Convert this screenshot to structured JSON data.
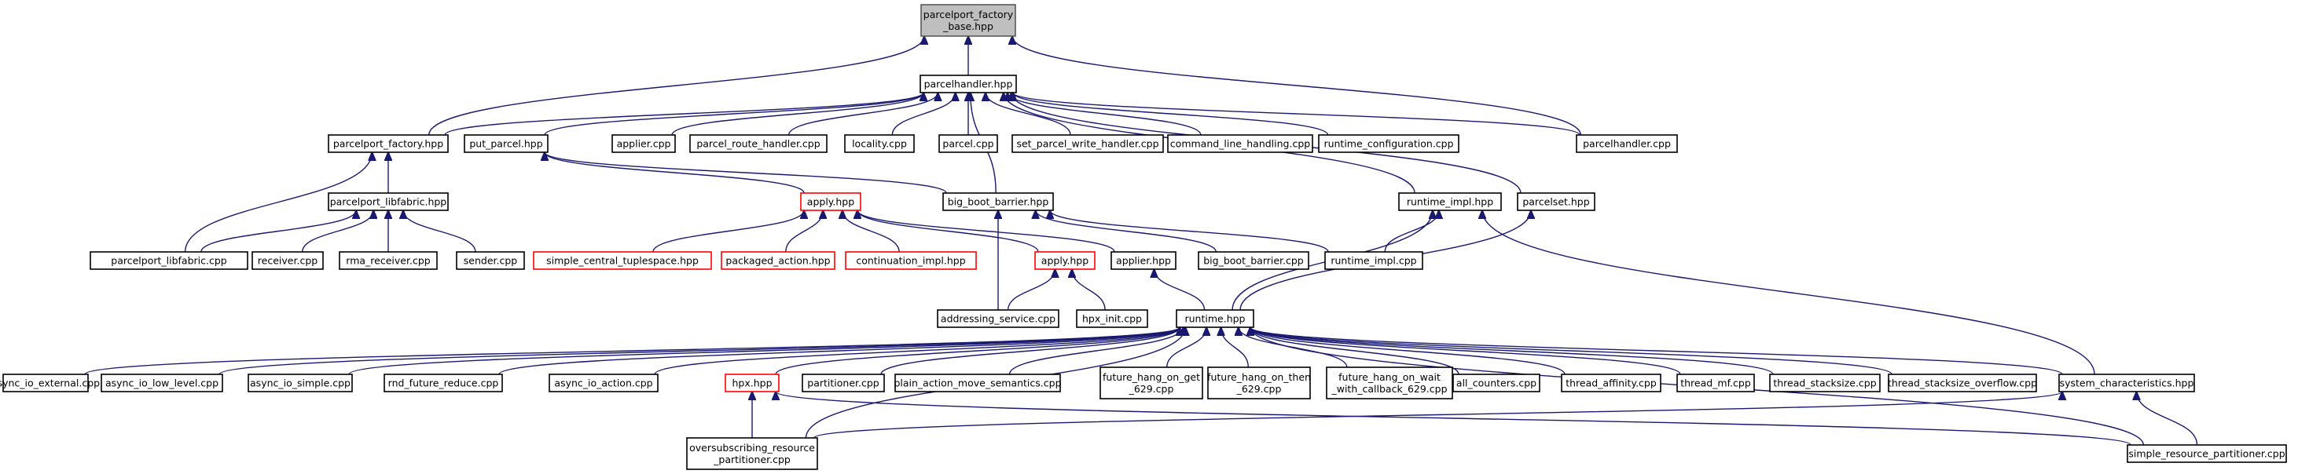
{
  "diagram": {
    "colors": {
      "edge": "#191970",
      "node_border": "#000000",
      "node_border_incomplete": "#ff0000",
      "root_fill": "#bfbfbf",
      "background": "#ffffff"
    },
    "nodes": [
      {
        "id": "n_pfb",
        "lines": [
          "parcelport_factory",
          "_base.hpp"
        ],
        "style": "root"
      },
      {
        "id": "n_ph",
        "lines": [
          "parcelhandler.hpp"
        ],
        "style": "normal"
      },
      {
        "id": "n_pf",
        "lines": [
          "parcelport_factory.hpp"
        ],
        "style": "normal"
      },
      {
        "id": "n_pp",
        "lines": [
          "put_parcel.hpp"
        ],
        "style": "normal"
      },
      {
        "id": "n_applier_cpp",
        "lines": [
          "applier.cpp"
        ],
        "style": "normal"
      },
      {
        "id": "n_prh",
        "lines": [
          "parcel_route_handler.cpp"
        ],
        "style": "normal"
      },
      {
        "id": "n_loc",
        "lines": [
          "locality.cpp"
        ],
        "style": "normal"
      },
      {
        "id": "n_parcel",
        "lines": [
          "parcel.cpp"
        ],
        "style": "normal"
      },
      {
        "id": "n_spwh",
        "lines": [
          "set_parcel_write_handler.cpp"
        ],
        "style": "normal"
      },
      {
        "id": "n_clh",
        "lines": [
          "command_line_handling.cpp"
        ],
        "style": "normal"
      },
      {
        "id": "n_rc",
        "lines": [
          "runtime_configuration.cpp"
        ],
        "style": "normal"
      },
      {
        "id": "n_phcpp",
        "lines": [
          "parcelhandler.cpp"
        ],
        "style": "normal"
      },
      {
        "id": "n_plh",
        "lines": [
          "parcelport_libfabric.hpp"
        ],
        "style": "normal"
      },
      {
        "id": "n_apply",
        "lines": [
          "apply.hpp"
        ],
        "style": "red"
      },
      {
        "id": "n_bbb",
        "lines": [
          "big_boot_barrier.hpp"
        ],
        "style": "normal"
      },
      {
        "id": "n_rih",
        "lines": [
          "runtime_impl.hpp"
        ],
        "style": "normal"
      },
      {
        "id": "n_psh",
        "lines": [
          "parcelset.hpp"
        ],
        "style": "normal"
      },
      {
        "id": "n_plcpp",
        "lines": [
          "parcelport_libfabric.cpp"
        ],
        "style": "normal"
      },
      {
        "id": "n_recv",
        "lines": [
          "receiver.cpp"
        ],
        "style": "normal"
      },
      {
        "id": "n_rma",
        "lines": [
          "rma_receiver.cpp"
        ],
        "style": "normal"
      },
      {
        "id": "n_send",
        "lines": [
          "sender.cpp"
        ],
        "style": "normal"
      },
      {
        "id": "n_sct",
        "lines": [
          "simple_central_tuplespace.hpp"
        ],
        "style": "red"
      },
      {
        "id": "n_pa",
        "lines": [
          "packaged_action.hpp"
        ],
        "style": "red"
      },
      {
        "id": "n_ci",
        "lines": [
          "continuation_impl.hpp"
        ],
        "style": "red"
      },
      {
        "id": "n_apply2",
        "lines": [
          "apply.hpp"
        ],
        "style": "red"
      },
      {
        "id": "n_applier_hpp",
        "lines": [
          "applier.hpp"
        ],
        "style": "normal"
      },
      {
        "id": "n_bbbcpp",
        "lines": [
          "big_boot_barrier.cpp"
        ],
        "style": "normal"
      },
      {
        "id": "n_ricpp",
        "lines": [
          "runtime_impl.cpp"
        ],
        "style": "normal"
      },
      {
        "id": "n_as",
        "lines": [
          "addressing_service.cpp"
        ],
        "style": "normal"
      },
      {
        "id": "n_hi",
        "lines": [
          "hpx_init.cpp"
        ],
        "style": "normal"
      },
      {
        "id": "n_rt",
        "lines": [
          "runtime.hpp"
        ],
        "style": "normal"
      },
      {
        "id": "n_aie",
        "lines": [
          "async_io_external.cpp"
        ],
        "style": "normal"
      },
      {
        "id": "n_aill",
        "lines": [
          "async_io_low_level.cpp"
        ],
        "style": "normal"
      },
      {
        "id": "n_ais",
        "lines": [
          "async_io_simple.cpp"
        ],
        "style": "normal"
      },
      {
        "id": "n_rfr",
        "lines": [
          "rnd_future_reduce.cpp"
        ],
        "style": "normal"
      },
      {
        "id": "n_aia",
        "lines": [
          "async_io_action.cpp"
        ],
        "style": "normal"
      },
      {
        "id": "n_hpx",
        "lines": [
          "hpx.hpp"
        ],
        "style": "red"
      },
      {
        "id": "n_part",
        "lines": [
          "partitioner.cpp"
        ],
        "style": "normal"
      },
      {
        "id": "n_pams",
        "lines": [
          "plain_action_move_semantics.cpp"
        ],
        "style": "normal"
      },
      {
        "id": "n_fhg",
        "lines": [
          "future_hang_on_get",
          "_629.cpp"
        ],
        "style": "normal"
      },
      {
        "id": "n_fht",
        "lines": [
          "future_hang_on_then",
          "_629.cpp"
        ],
        "style": "normal"
      },
      {
        "id": "n_fhw",
        "lines": [
          "future_hang_on_wait",
          "_with_callback_629.cpp"
        ],
        "style": "normal"
      },
      {
        "id": "n_ac",
        "lines": [
          "all_counters.cpp"
        ],
        "style": "normal"
      },
      {
        "id": "n_ta",
        "lines": [
          "thread_affinity.cpp"
        ],
        "style": "normal"
      },
      {
        "id": "n_tmf",
        "lines": [
          "thread_mf.cpp"
        ],
        "style": "normal"
      },
      {
        "id": "n_ts",
        "lines": [
          "thread_stacksize.cpp"
        ],
        "style": "normal"
      },
      {
        "id": "n_tso",
        "lines": [
          "thread_stacksize_overflow.cpp"
        ],
        "style": "normal"
      },
      {
        "id": "n_sc",
        "lines": [
          "system_characteristics.hpp"
        ],
        "style": "normal"
      },
      {
        "id": "n_orp",
        "lines": [
          "oversubscribing_resource",
          "_partitioner.cpp"
        ],
        "style": "normal"
      },
      {
        "id": "n_srp",
        "lines": [
          "simple_resource_partitioner.cpp"
        ],
        "style": "normal"
      }
    ],
    "edges": [
      [
        "n_ph",
        "n_pfb"
      ],
      [
        "n_pf",
        "n_pfb"
      ],
      [
        "n_phcpp",
        "n_pfb"
      ],
      [
        "n_pf",
        "n_ph"
      ],
      [
        "n_pp",
        "n_ph"
      ],
      [
        "n_applier_cpp",
        "n_ph"
      ],
      [
        "n_prh",
        "n_ph"
      ],
      [
        "n_loc",
        "n_ph"
      ],
      [
        "n_parcel",
        "n_ph"
      ],
      [
        "n_spwh",
        "n_ph"
      ],
      [
        "n_clh",
        "n_ph"
      ],
      [
        "n_rc",
        "n_ph"
      ],
      [
        "n_phcpp",
        "n_ph"
      ],
      [
        "n_rih",
        "n_ph"
      ],
      [
        "n_psh",
        "n_ph"
      ],
      [
        "n_bbb",
        "n_ph"
      ],
      [
        "n_plh",
        "n_pf"
      ],
      [
        "n_plcpp",
        "n_pf"
      ],
      [
        "n_plcpp",
        "n_plh"
      ],
      [
        "n_recv",
        "n_plh"
      ],
      [
        "n_rma",
        "n_plh"
      ],
      [
        "n_send",
        "n_plh"
      ],
      [
        "n_apply",
        "n_pp"
      ],
      [
        "n_bbb",
        "n_pp"
      ],
      [
        "n_sct",
        "n_apply"
      ],
      [
        "n_pa",
        "n_apply"
      ],
      [
        "n_ci",
        "n_apply"
      ],
      [
        "n_apply2",
        "n_apply"
      ],
      [
        "n_applier_hpp",
        "n_apply"
      ],
      [
        "n_as",
        "n_apply2"
      ],
      [
        "n_hi",
        "n_apply2"
      ],
      [
        "n_as",
        "n_bbb"
      ],
      [
        "n_bbbcpp",
        "n_bbb"
      ],
      [
        "n_ricpp",
        "n_bbb"
      ],
      [
        "n_ricpp",
        "n_rih"
      ],
      [
        "n_rt",
        "n_rih"
      ],
      [
        "n_sc",
        "n_rih"
      ],
      [
        "n_rt",
        "n_psh"
      ],
      [
        "n_rt",
        "n_applier_hpp"
      ],
      [
        "n_aie",
        "n_rt"
      ],
      [
        "n_aill",
        "n_rt"
      ],
      [
        "n_ais",
        "n_rt"
      ],
      [
        "n_rfr",
        "n_rt"
      ],
      [
        "n_aia",
        "n_rt"
      ],
      [
        "n_hpx",
        "n_rt"
      ],
      [
        "n_part",
        "n_rt"
      ],
      [
        "n_pams",
        "n_rt"
      ],
      [
        "n_fhg",
        "n_rt"
      ],
      [
        "n_fht",
        "n_rt"
      ],
      [
        "n_fhw",
        "n_rt"
      ],
      [
        "n_ac",
        "n_rt"
      ],
      [
        "n_ta",
        "n_rt"
      ],
      [
        "n_tmf",
        "n_rt"
      ],
      [
        "n_ts",
        "n_rt"
      ],
      [
        "n_tso",
        "n_rt"
      ],
      [
        "n_sc",
        "n_rt"
      ],
      [
        "n_orp",
        "n_rt"
      ],
      [
        "n_srp",
        "n_rt"
      ],
      [
        "n_orp",
        "n_hpx"
      ],
      [
        "n_srp",
        "n_hpx"
      ],
      [
        "n_orp",
        "n_sc"
      ],
      [
        "n_srp",
        "n_sc"
      ]
    ]
  }
}
